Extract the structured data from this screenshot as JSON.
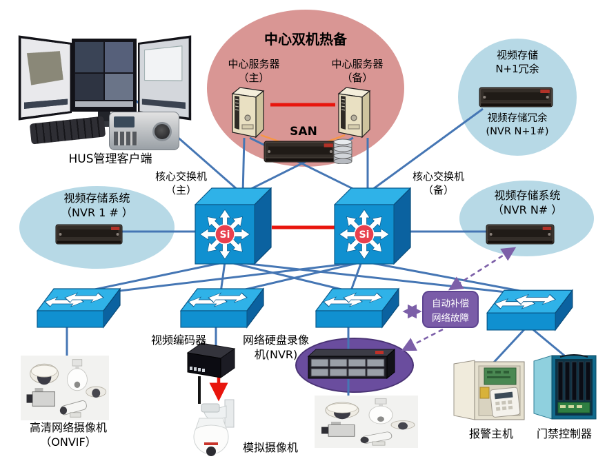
{
  "colors": {
    "pink_zone": "#d99694",
    "blue_zone": "#b7d9e6",
    "purple_zone": "#6a4d9e",
    "line_blue": "#4576b4",
    "line_red": "#e8150d",
    "line_orange": "#f79646",
    "dash_purple": "#7c5fa8",
    "failover_box": "#7a5ca8",
    "switch_top": "#2fb2e8",
    "switch_front": "#1090d0",
    "switch_side": "#0b62a0",
    "si_red": "#e8404e"
  },
  "zones": {
    "hot_standby": {
      "title": "中心双机热备"
    },
    "storage_redundancy": {
      "title": "视频存储\nN+1冗余",
      "device_label": "视频存储冗余\n(NVR N+1#)"
    },
    "storage_nvr1": {
      "label": "视频存储系统\n（NVR 1 # ）"
    },
    "storage_nvrn": {
      "label": "视频存储系统\n（NVR N# ）"
    }
  },
  "nodes": {
    "hus_client": {
      "label": "HUS管理客户端"
    },
    "server_main": {
      "label": "中心服务器\n（主）"
    },
    "server_backup": {
      "label": "中心服务器\n（备）"
    },
    "san": {
      "label": "SAN"
    },
    "core_switch_main": {
      "label": "核心交换机\n（主）",
      "badge": "Si"
    },
    "core_switch_backup": {
      "label": "核心交换机\n（备）",
      "badge": "Si"
    },
    "failover": {
      "label": "自动补偿\n网络故障"
    },
    "ip_cameras": {
      "label": "高清网络摄像机\n（ONVIF）"
    },
    "video_encoder": {
      "label": "视频编码器"
    },
    "analog_camera": {
      "label": "模拟摄像机"
    },
    "nvr": {
      "label": "网络硬盘录像\n机(NVR)"
    },
    "alarm_host": {
      "label": "报警主机"
    },
    "access_controller": {
      "label": "门禁控制器"
    }
  }
}
